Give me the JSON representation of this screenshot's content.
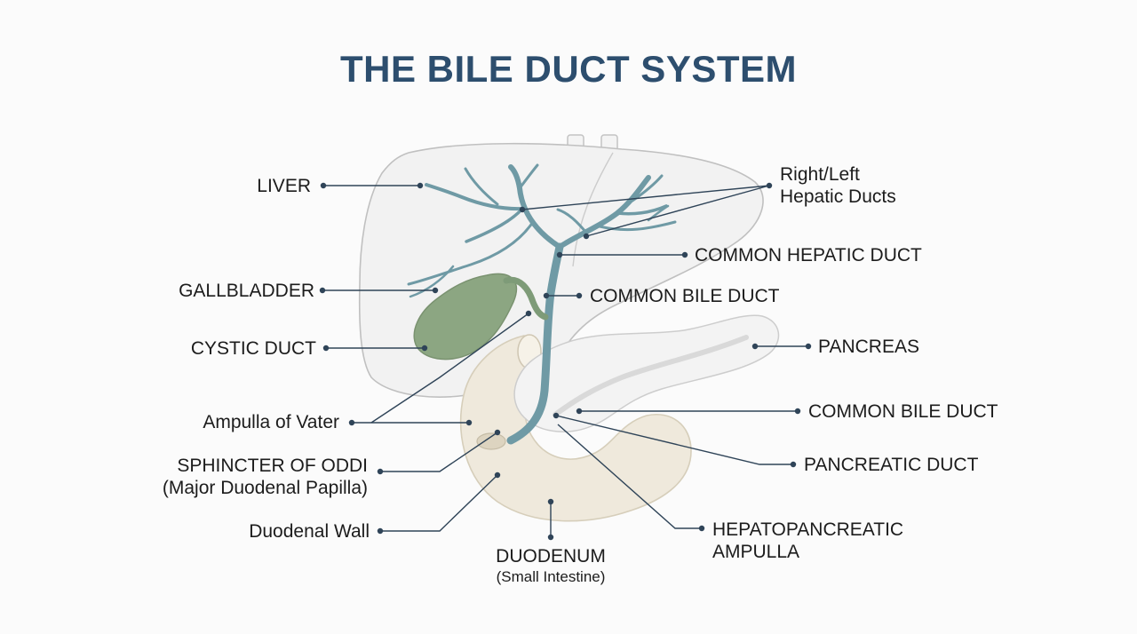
{
  "title": "THE BILE DUCT SYSTEM",
  "labels": {
    "liver": "LIVER",
    "gallbladder": "GALLBLADDER",
    "cystic_duct": "CYSTIC DUCT",
    "ampulla_vater": "Ampulla of Vater",
    "sphincter_line1": "SPHINCTER OF ODDI",
    "sphincter_line2": "(Major Duodenal Papilla)",
    "duodenal_wall": "Duodenal Wall",
    "duodenum_line1": "DUODENUM",
    "duodenum_line2": "(Small Intestine)",
    "hepatic_line1": "Right/Left",
    "hepatic_line2": "Hepatic Ducts",
    "common_hepatic": "COMMON HEPATIC DUCT",
    "common_bile_upper": "COMMON BILE DUCT",
    "pancreas": "PANCREAS",
    "common_bile_lower": "COMMON BILE DUCT",
    "pancreatic_duct": "PANCREATIC DUCT",
    "hepatopancreatic_line1": "HEPATOPANCREATIC",
    "hepatopancreatic_line2": "AMPULLA"
  },
  "colors": {
    "title": "#2d4e6e",
    "duct": "#6f9aa5",
    "gallbladder": "#8ca682",
    "duodenum": "#efe9dc",
    "liver_outline": "#c3c3c3"
  }
}
